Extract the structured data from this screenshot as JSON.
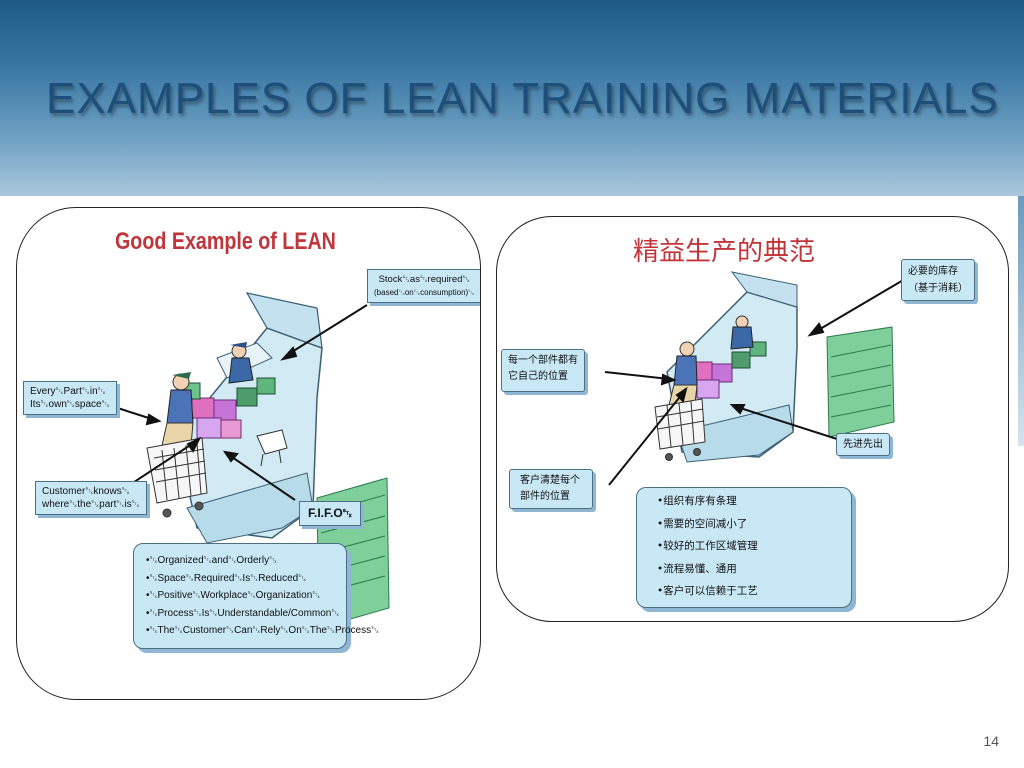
{
  "header": {
    "title": "EXAMPLES OF LEAN TRAINING MATERIALS"
  },
  "left_panel": {
    "title": "Good Example of LEAN",
    "callouts": {
      "stock": [
        "Stock␂as␂required␂",
        "(based␂on␂consumption)␂"
      ],
      "every_part": [
        "Every␂Part␂in␂",
        "Its␂own␂space␂"
      ],
      "customer": [
        "Customer␂knows␂",
        "where␂the␂part␂is␂"
      ],
      "fifo": "F.I.F.O␂"
    },
    "bullets": [
      "•␂Organized␂and␂Orderly␂",
      "•␂Space␂Required␂Is␂Reduced␂",
      "•␂Positive␂Workplace␂Organization␂",
      "•␂Process␂Is␂Understandable/Common␂",
      "•␂The␂Customer␂Can␂Rely␂On␂The␂Process␂"
    ]
  },
  "right_panel": {
    "title": "精益生产的典范",
    "callouts": {
      "stock": [
        "必要的库存",
        "（基于消耗）"
      ],
      "every_part": [
        "每一个部件都有",
        "它自己的位置"
      ],
      "fifo": "先进先出",
      "customer": [
        "客户清楚每个",
        "部件的位置"
      ]
    },
    "bullets": [
      "•组织有序有条理",
      "•需要的空间减小了",
      "•较好的工作区域管理",
      "•流程易懂、通用",
      "•客户可以信赖于工艺"
    ]
  },
  "page_number": "14",
  "colors": {
    "header_top": "#1f5a86",
    "title_text": "#1d4f7a",
    "panel_title": "#c0353a",
    "callout_fill": "#c9e8f6"
  }
}
